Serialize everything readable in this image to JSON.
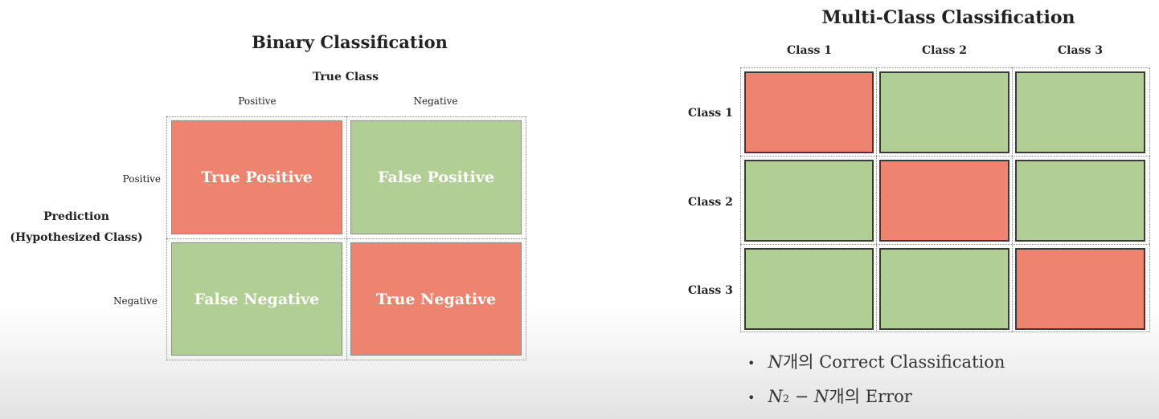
{
  "binary": {
    "title": "Binary Classification",
    "true_class_label": "True Class",
    "col_headers": [
      "Positive",
      "Negative"
    ],
    "row_headers": [
      "Positive",
      "Negative"
    ],
    "prediction_label_1": "Prediction",
    "prediction_label_2": "(Hypothesized Class)",
    "cells": [
      {
        "text": "True Positive",
        "color": "#ee8370"
      },
      {
        "text": "False Positive",
        "color": "#b1cf95"
      },
      {
        "text": "False Negative",
        "color": "#b1cf95"
      },
      {
        "text": "True Negative",
        "color": "#ee8370"
      }
    ]
  },
  "multiclass": {
    "title": "Multi-Class Classification",
    "col_headers": [
      "Class 1",
      "Class 2",
      "Class 3"
    ],
    "row_headers": [
      "Class 1",
      "Class 2",
      "Class 3"
    ],
    "correct_color": "#ee8370",
    "error_color": "#b1cf95"
  },
  "bullets": {
    "b1_math": "N",
    "b1_text": "개의 Correct Classification",
    "b2_math_a": "N",
    "b2_sup": "2",
    "b2_minus": " − ",
    "b2_math_b": "N",
    "b2_text": "개의 Error"
  }
}
